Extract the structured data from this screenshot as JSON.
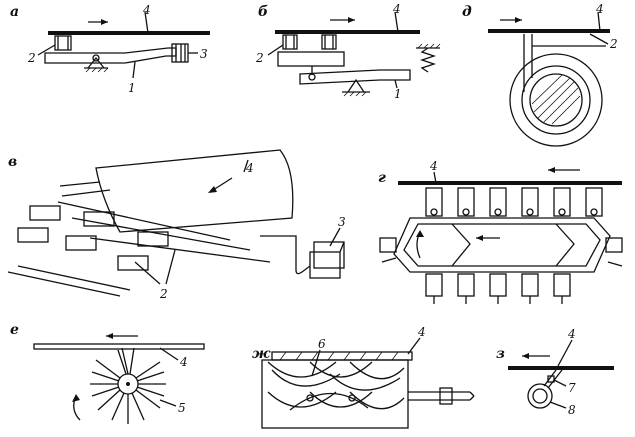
{
  "panels": [
    {
      "letter": "а",
      "numbers": [
        "4",
        "2",
        "3",
        "1"
      ]
    },
    {
      "letter": "б",
      "numbers": [
        "4",
        "2",
        "1"
      ]
    },
    {
      "letter": "д",
      "numbers": [
        "4",
        "2"
      ]
    },
    {
      "letter": "в",
      "numbers": [
        "4",
        "3",
        "2"
      ]
    },
    {
      "letter": "г",
      "numbers": [
        "4"
      ]
    },
    {
      "letter": "е",
      "numbers": [
        "4",
        "5"
      ]
    },
    {
      "letter": "ж",
      "numbers": [
        "6",
        "4"
      ]
    },
    {
      "letter": "з",
      "numbers": [
        "4",
        "7",
        "8"
      ]
    }
  ],
  "colors": {
    "ink": "#111111",
    "paper": "#ffffff"
  }
}
